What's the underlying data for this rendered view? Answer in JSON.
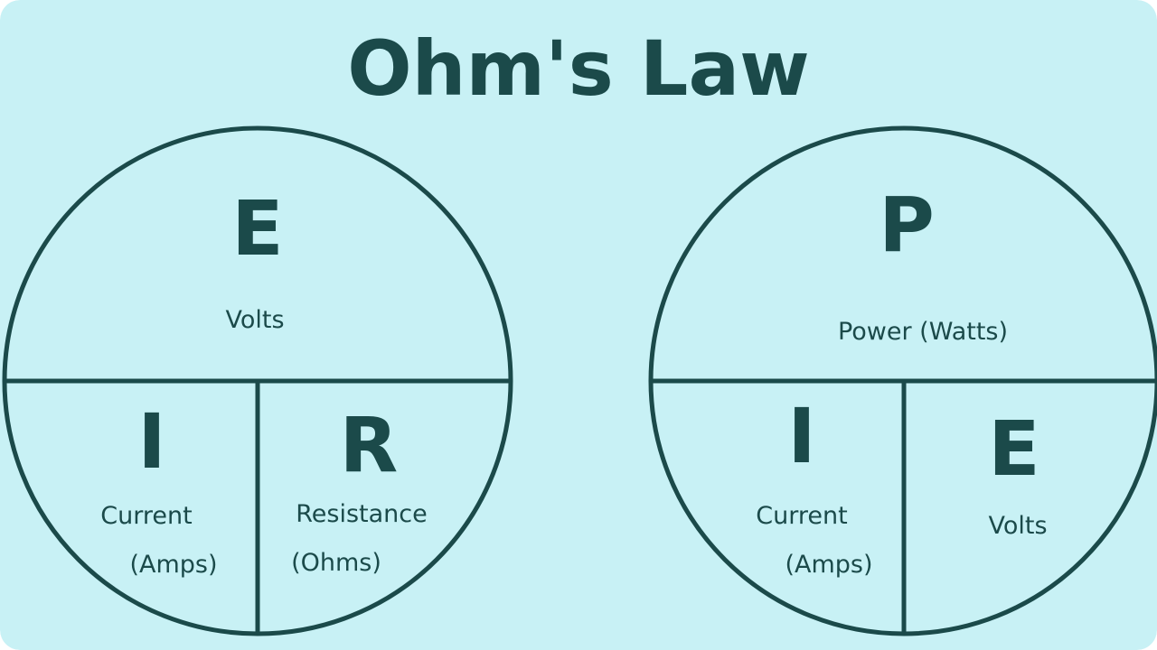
{
  "title": "Ohm's Law",
  "colors": {
    "background": "#c8f1f5",
    "ink": "#1b4a4a"
  },
  "left_circle": {
    "top": {
      "letter": "E",
      "label": "Volts"
    },
    "bottom_left": {
      "letter": "I",
      "label_line1": "Current",
      "label_line2": "(Amps)"
    },
    "bottom_right": {
      "letter": "R",
      "label_line1": "Resistance",
      "label_line2": "(Ohms)"
    }
  },
  "right_circle": {
    "top": {
      "letter": "P",
      "label": "Power (Watts)"
    },
    "bottom_left": {
      "letter": "I",
      "label_line1": "Current",
      "label_line2": "(Amps)"
    },
    "bottom_right": {
      "letter": "E",
      "label": "Volts"
    }
  }
}
